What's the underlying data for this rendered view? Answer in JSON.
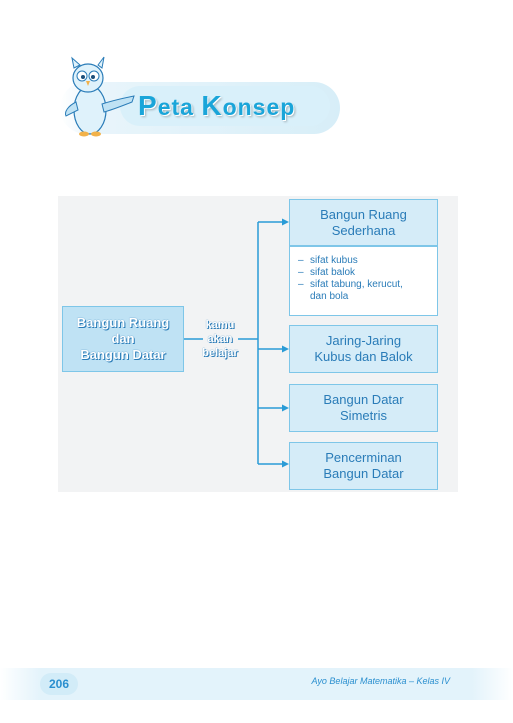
{
  "header": {
    "title_first_letter": "P",
    "title_first_rest": "eta",
    "title_second_letter": "K",
    "title_second_rest": "onsep"
  },
  "diagram": {
    "main_box": [
      "Bangun Ruang",
      "dan",
      "Bangun Datar"
    ],
    "connector": [
      "kamu",
      "akan",
      "belajar"
    ],
    "branches": [
      {
        "lines": [
          "Bangun Ruang",
          "Sederhana"
        ]
      },
      {
        "lines": [
          "Jaring-Jaring",
          "Kubus dan Balok"
        ]
      },
      {
        "lines": [
          "Bangun Datar",
          "Simetris"
        ]
      },
      {
        "lines": [
          "Pencerminan",
          "Bangun Datar"
        ]
      }
    ],
    "sublist": {
      "dash": "–",
      "items": [
        "sifat kubus",
        "sifat balok",
        "sifat tabung, kerucut,",
        "dan bola"
      ]
    }
  },
  "footer": {
    "page_number": "206",
    "book_title": "Ayo Belajar Matematika – Kelas IV"
  },
  "colors": {
    "accent": "#1aa5d9",
    "box_fill": "#d5ecf8",
    "box_border": "#7ec6e8",
    "text_blue": "#2a7cb8",
    "line": "#2a9bd6"
  },
  "icons": {
    "mascot": "owl-mascot-icon"
  }
}
